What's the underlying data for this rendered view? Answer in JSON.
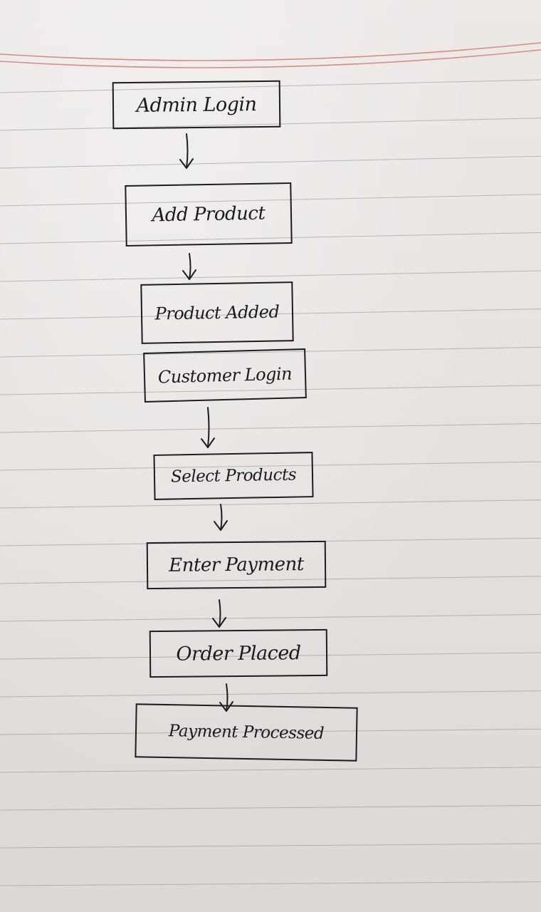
{
  "diagram": {
    "nodes": [
      {
        "id": "admin-login",
        "label": "Admin Login"
      },
      {
        "id": "add-product",
        "label": "Add Product"
      },
      {
        "id": "product-added",
        "label": "Product Added"
      },
      {
        "id": "customer-login",
        "label": "Customer Login"
      },
      {
        "id": "select-products",
        "label": "Select Products"
      },
      {
        "id": "enter-payment",
        "label": "Enter Payment"
      },
      {
        "id": "order-placed",
        "label": "Order Placed"
      },
      {
        "id": "payment-processed",
        "label": "Payment Processed"
      }
    ],
    "edges": [
      {
        "from": "admin-login",
        "to": "add-product"
      },
      {
        "from": "add-product",
        "to": "product-added"
      },
      {
        "from": "customer-login",
        "to": "select-products"
      },
      {
        "from": "select-products",
        "to": "enter-payment"
      },
      {
        "from": "enter-payment",
        "to": "order-placed"
      },
      {
        "from": "order-placed",
        "to": "payment-processed"
      }
    ]
  },
  "colors": {
    "paper": "#e7e3e0",
    "rule_line": "#8f8c8a",
    "margin_line": "#d98a82",
    "ink": "#1d1d1f"
  }
}
